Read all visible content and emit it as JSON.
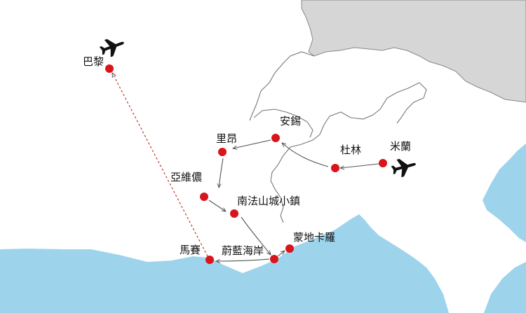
{
  "map": {
    "colors": {
      "sea": "#9dd4ec",
      "neighbor_land": "#d6d6d6",
      "land": "#ffffff",
      "city_marker": "#d9141b",
      "route_solid": "#555555",
      "route_dashed": "#c0392b"
    },
    "icons": [
      "airplane-icon-paris",
      "airplane-icon-milan"
    ],
    "cities": {
      "paris": "巴黎",
      "annecy": "安錫",
      "lyon": "里昂",
      "turin": "杜林",
      "milan": "米蘭",
      "avignon": "亞維儂",
      "hilltowns": "南法山城小鎮",
      "monaco": "蒙地卡羅",
      "nice": "蔚藍海岸",
      "marseille": "馬賽"
    },
    "route_order": [
      "米蘭",
      "杜林",
      "安錫",
      "里昂",
      "亞維儂",
      "南法山城小鎮",
      "蔚藍海岸",
      "蒙地卡羅",
      "馬賽",
      "巴黎"
    ]
  }
}
